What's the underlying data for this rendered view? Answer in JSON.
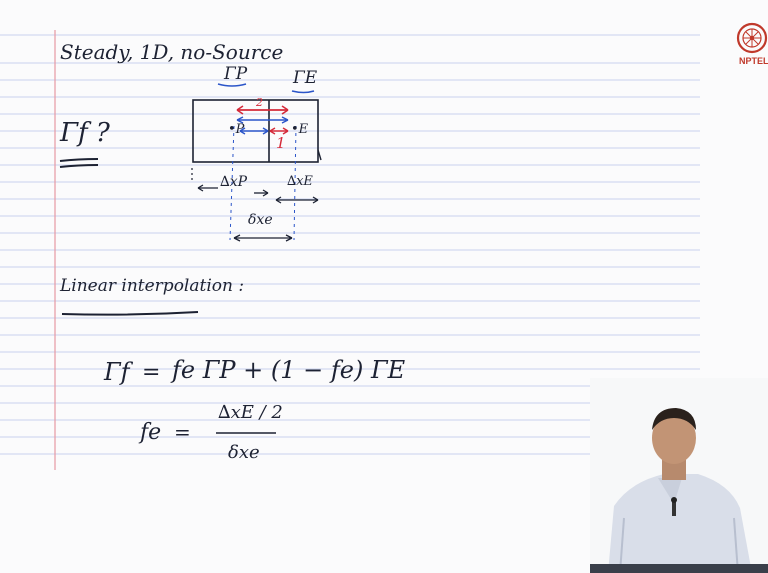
{
  "logo": {
    "text": "NPTEL",
    "icon": "nptel-logo-icon",
    "color": "#c0392b"
  },
  "notes": {
    "heading": "Steady, 1D, no-Source",
    "question": "Γf ?",
    "diagram": {
      "gamma_p": "ΓP",
      "gamma_e": "ΓE",
      "node_p": "•P",
      "node_e": "•E",
      "label_1": "1",
      "label_2": "2",
      "dx_p": "∆xP",
      "dx_e": "∆xE",
      "delta_xe": "δxe"
    },
    "interp_title": "Linear interpolation :",
    "eq1": {
      "lhs": "Γf",
      "equals": "=",
      "rhs": "fe ΓP + (1 − fe) ΓE"
    },
    "eq2": {
      "lhs": "fe",
      "equals": "=",
      "numerator": "∆xE / 2",
      "denominator": "δxe"
    }
  },
  "colors": {
    "ink": "#1d2233",
    "red_ink": "#d42a3a",
    "blue_ink": "#2b55c9",
    "rule_line": "#c9d2ee",
    "margin_line": "#e79aa4",
    "logo": "#c0392b"
  }
}
